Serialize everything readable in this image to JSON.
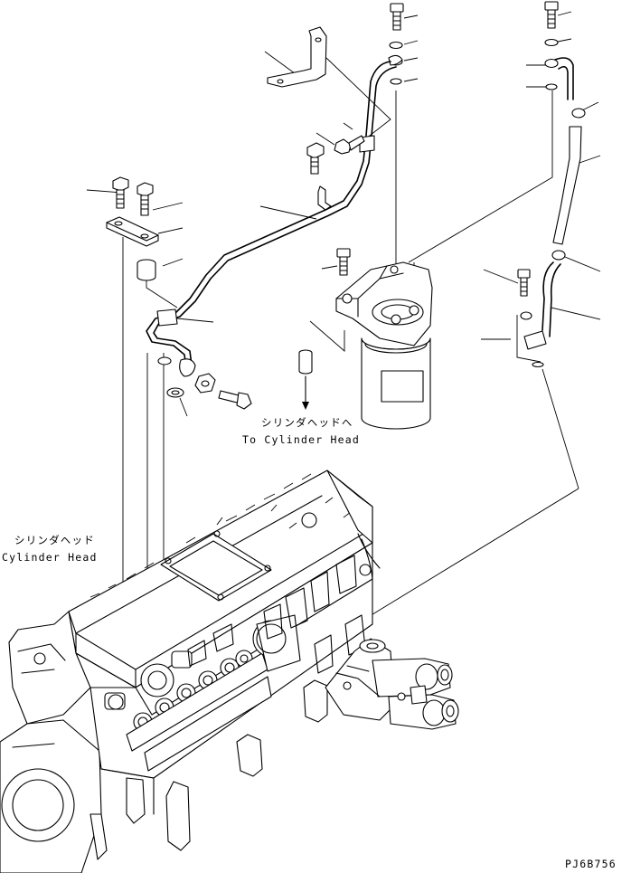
{
  "labels": {
    "cylinder_head_jp": "シリンダヘッド",
    "cylinder_head_en": "Cylinder Head",
    "to_cylinder_head_jp": "シリンダヘッドへ",
    "to_cylinder_head_en": "To Cylinder Head",
    "drawing_code": "PJ6B756"
  },
  "icons": [
    "bolt-icon",
    "washer-icon",
    "fuel-filter-icon",
    "engine-block-icon",
    "fuel-pump-icon"
  ]
}
